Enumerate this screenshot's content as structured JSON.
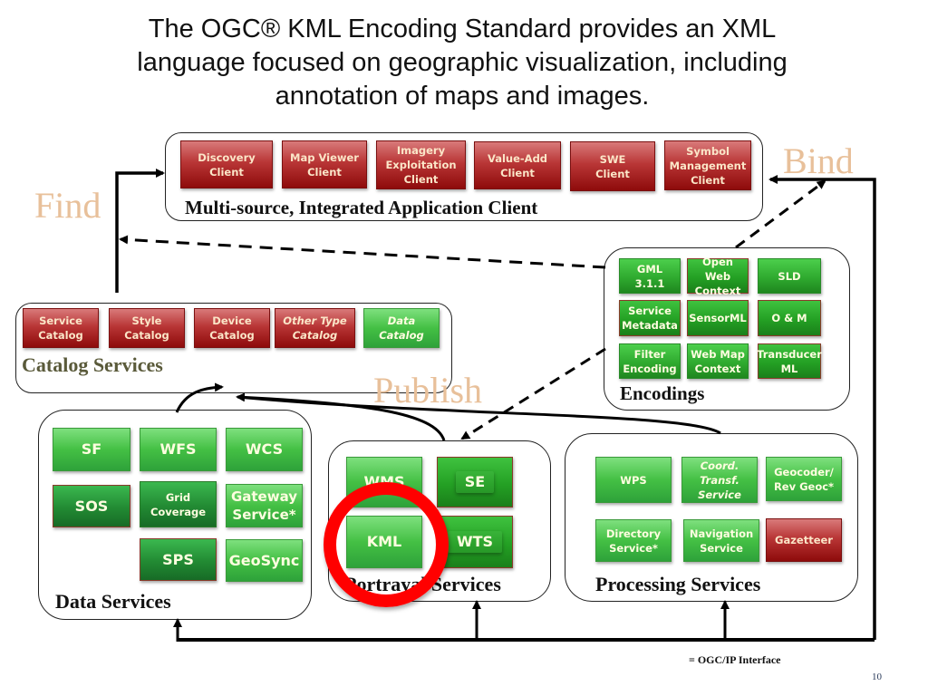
{
  "title": {
    "line1": "The OGC® KML Encoding Standard provides an XML",
    "line2": "language focused on geographic visualization, including",
    "line3": "annotation of maps and images."
  },
  "verbs": {
    "find": "Find",
    "bind": "Bind",
    "publish": "Publish"
  },
  "colors": {
    "client_red": "#a61c1c",
    "service_green": "#44c044",
    "highlight_ring": "#ff0000",
    "verb_color": "#e8c09a"
  },
  "groups": {
    "clients": {
      "label": "Multi-source, Integrated Application Client",
      "items": [
        {
          "l1": "Discovery",
          "l2": "Client"
        },
        {
          "l1": "Map Viewer",
          "l2": "Client"
        },
        {
          "l1": "Imagery",
          "l2": "Exploitation",
          "l3": "Client"
        },
        {
          "l1": "Value-Add",
          "l2": "Client"
        },
        {
          "l1": "SWE",
          "l2": "Client"
        },
        {
          "l1": "Symbol",
          "l2": "Management",
          "l3": "Client"
        }
      ]
    },
    "catalog": {
      "label": "Catalog Services",
      "items": [
        {
          "l1": "Service",
          "l2": "Catalog"
        },
        {
          "l1": "Style",
          "l2": "Catalog"
        },
        {
          "l1": "Device",
          "l2": "Catalog"
        },
        {
          "l1": "Other Type",
          "l2": "Catalog"
        },
        {
          "l1": "Data",
          "l2": "Catalog"
        }
      ]
    },
    "encodings": {
      "label": "Encodings",
      "items": [
        {
          "l1": "GML",
          "l2": "3.1.1"
        },
        {
          "l1": "Open Web",
          "l2": "Context"
        },
        {
          "l1": "SLD"
        },
        {
          "l1": "Service",
          "l2": "Metadata"
        },
        {
          "l1": "SensorML"
        },
        {
          "l1": "O & M"
        },
        {
          "l1": "Filter",
          "l2": "Encoding"
        },
        {
          "l1": "Web Map",
          "l2": "Context"
        },
        {
          "l1": "Transducer",
          "l2": "ML"
        }
      ]
    },
    "data": {
      "label": "Data Services",
      "items": [
        {
          "l1": "SF"
        },
        {
          "l1": "WFS"
        },
        {
          "l1": "WCS"
        },
        {
          "l1": "SOS"
        },
        {
          "l1": "Grid",
          "l2": "Coverage"
        },
        {
          "l1": "Gateway",
          "l2": "Service*"
        },
        {
          "l1": "SPS"
        },
        {
          "l1": "GeoSync"
        }
      ]
    },
    "portrayal": {
      "label": "Portrayal Services",
      "items": [
        {
          "l1": "WMS"
        },
        {
          "l1": "SE"
        },
        {
          "l1": "KML"
        },
        {
          "l1": "WTS"
        }
      ]
    },
    "processing": {
      "label": "Processing Services",
      "items": [
        {
          "l1": "WPS"
        },
        {
          "l1": "Coord.",
          "l2": "Transf.",
          "l3": "Service"
        },
        {
          "l1": "Geocoder/",
          "l2": "Rev Geoc*"
        },
        {
          "l1": "Directory",
          "l2": "Service*"
        },
        {
          "l1": "Navigation",
          "l2": "Service"
        },
        {
          "l1": "Gazetteer"
        }
      ]
    }
  },
  "legend": "= OGC/IP Interface",
  "page_number": "10"
}
